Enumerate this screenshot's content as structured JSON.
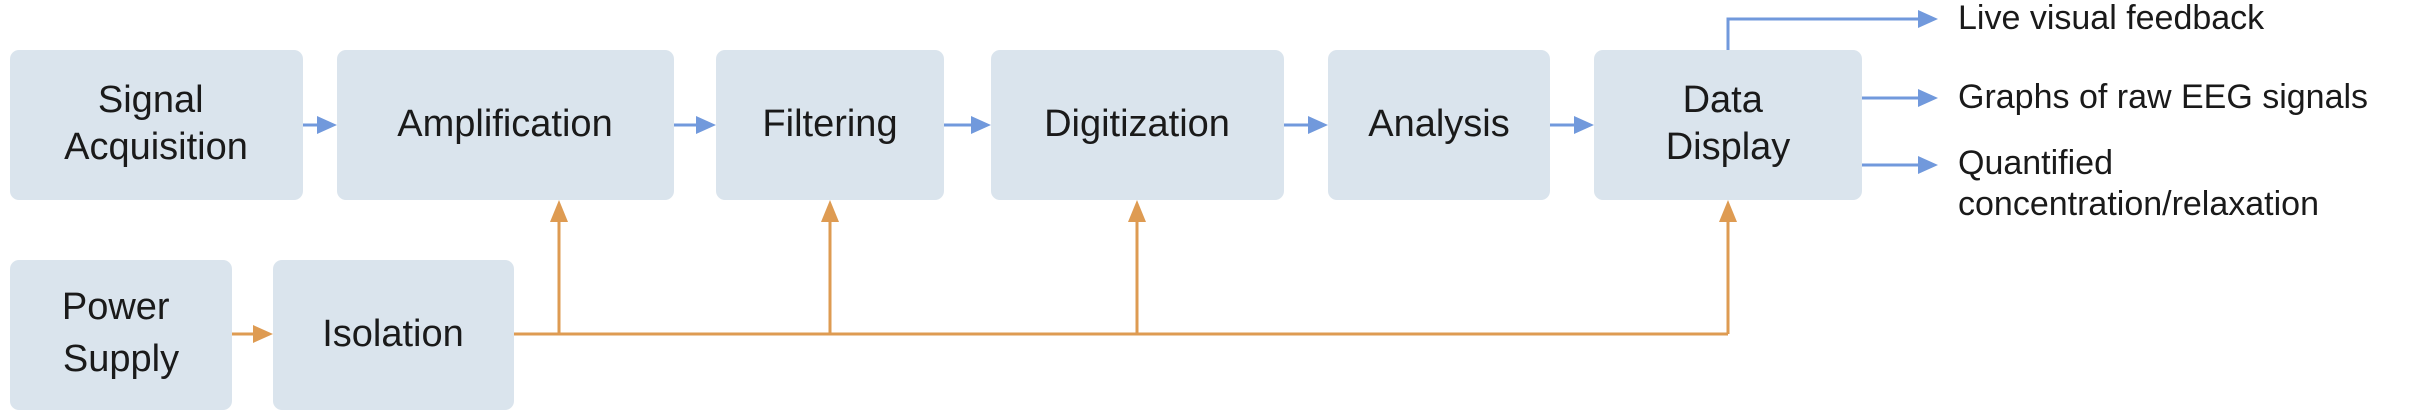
{
  "colors": {
    "block_fill": "#dae4ed",
    "signal_flow": "#7199dc",
    "power_flow": "#de9b52",
    "text": "#1a1a1a"
  },
  "blocks": {
    "signal_acquisition": [
      "Signal",
      "Acquisition"
    ],
    "amplification": [
      "Amplification"
    ],
    "filtering": [
      "Filtering"
    ],
    "digitization": [
      "Digitization"
    ],
    "analysis": [
      "Analysis"
    ],
    "data_display": [
      "Data",
      "Display"
    ],
    "power_supply": [
      "Power",
      "Supply"
    ],
    "isolation": [
      "Isolation"
    ]
  },
  "outputs": {
    "live_feedback": [
      "Live visual feedback"
    ],
    "raw_graphs": [
      "Graphs of raw EEG signals"
    ],
    "quantified": [
      "Quantified",
      "concentration/relaxation"
    ]
  }
}
